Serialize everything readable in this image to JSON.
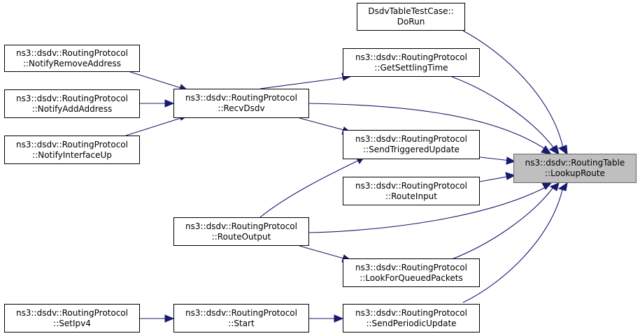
{
  "diagram": {
    "type": "doxygen-caller-graph",
    "colors": {
      "edge": "#191970",
      "node_border": "#000000",
      "target_fill": "#bfbfbf",
      "target_border": "#666666",
      "node_fill": "#ffffff"
    },
    "nodes": {
      "lookup_route": {
        "line1": "ns3::dsdv::RoutingTable",
        "line2": "::LookupRoute"
      },
      "do_run": {
        "line1": "DsdvTableTestCase::",
        "line2": "DoRun"
      },
      "get_settling_time": {
        "line1": "ns3::dsdv::RoutingProtocol",
        "line2": "::GetSettlingTime"
      },
      "recv_dsdv": {
        "line1": "ns3::dsdv::RoutingProtocol",
        "line2": "::RecvDsdv"
      },
      "send_triggered_update": {
        "line1": "ns3::dsdv::RoutingProtocol",
        "line2": "::SendTriggeredUpdate"
      },
      "route_input": {
        "line1": "ns3::dsdv::RoutingProtocol",
        "line2": "::RouteInput"
      },
      "route_output": {
        "line1": "ns3::dsdv::RoutingProtocol",
        "line2": "::RouteOutput"
      },
      "look_for_queued_packets": {
        "line1": "ns3::dsdv::RoutingProtocol",
        "line2": "::LookForQueuedPackets"
      },
      "send_periodic_update": {
        "line1": "ns3::dsdv::RoutingProtocol",
        "line2": "::SendPeriodicUpdate"
      },
      "start": {
        "line1": "ns3::dsdv::RoutingProtocol",
        "line2": "::Start"
      },
      "set_ipv4": {
        "line1": "ns3::dsdv::RoutingProtocol",
        "line2": "::SetIpv4"
      },
      "notify_remove_address": {
        "line1": "ns3::dsdv::RoutingProtocol",
        "line2": "::NotifyRemoveAddress"
      },
      "notify_add_address": {
        "line1": "ns3::dsdv::RoutingProtocol",
        "line2": "::NotifyAddAddress"
      },
      "notify_interface_up": {
        "line1": "ns3::dsdv::RoutingProtocol",
        "line2": "::NotifyInterfaceUp"
      }
    },
    "edges": [
      {
        "from": "do_run",
        "to": "lookup_route"
      },
      {
        "from": "get_settling_time",
        "to": "lookup_route"
      },
      {
        "from": "recv_dsdv",
        "to": "lookup_route"
      },
      {
        "from": "send_triggered_update",
        "to": "lookup_route"
      },
      {
        "from": "route_input",
        "to": "lookup_route"
      },
      {
        "from": "route_output",
        "to": "lookup_route"
      },
      {
        "from": "look_for_queued_packets",
        "to": "lookup_route"
      },
      {
        "from": "send_periodic_update",
        "to": "lookup_route"
      },
      {
        "from": "recv_dsdv",
        "to": "get_settling_time"
      },
      {
        "from": "recv_dsdv",
        "to": "send_triggered_update"
      },
      {
        "from": "route_output",
        "to": "send_triggered_update"
      },
      {
        "from": "route_output",
        "to": "look_for_queued_packets"
      },
      {
        "from": "notify_remove_address",
        "to": "recv_dsdv"
      },
      {
        "from": "notify_add_address",
        "to": "recv_dsdv"
      },
      {
        "from": "notify_interface_up",
        "to": "recv_dsdv"
      },
      {
        "from": "start",
        "to": "send_periodic_update"
      },
      {
        "from": "set_ipv4",
        "to": "start"
      }
    ]
  }
}
